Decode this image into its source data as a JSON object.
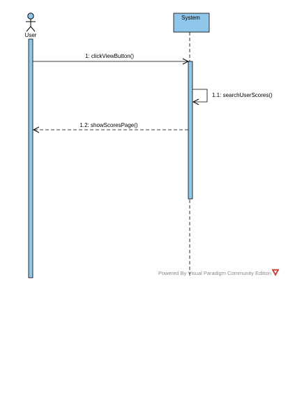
{
  "diagram": {
    "actor": {
      "name": "User"
    },
    "lifeline": {
      "name": "System"
    },
    "messages": [
      {
        "label": "1: clickViewButton()",
        "kind": "synchronous call",
        "direction": "User → System"
      },
      {
        "label": "1.1: searchUserScores()",
        "kind": "self call",
        "direction": "System → System"
      },
      {
        "label": "1.2: showScoresPage()",
        "kind": "return",
        "direction": "System → User"
      }
    ],
    "watermark": "Powered By Visual Paradigm Community Edition",
    "colors": {
      "activation_fill": "#8fc6ea",
      "lifeline_box_fill": "#8fc6ea",
      "line": "#000000",
      "watermark_text": "#8a8a8a",
      "logo_red": "#d9453a"
    }
  }
}
